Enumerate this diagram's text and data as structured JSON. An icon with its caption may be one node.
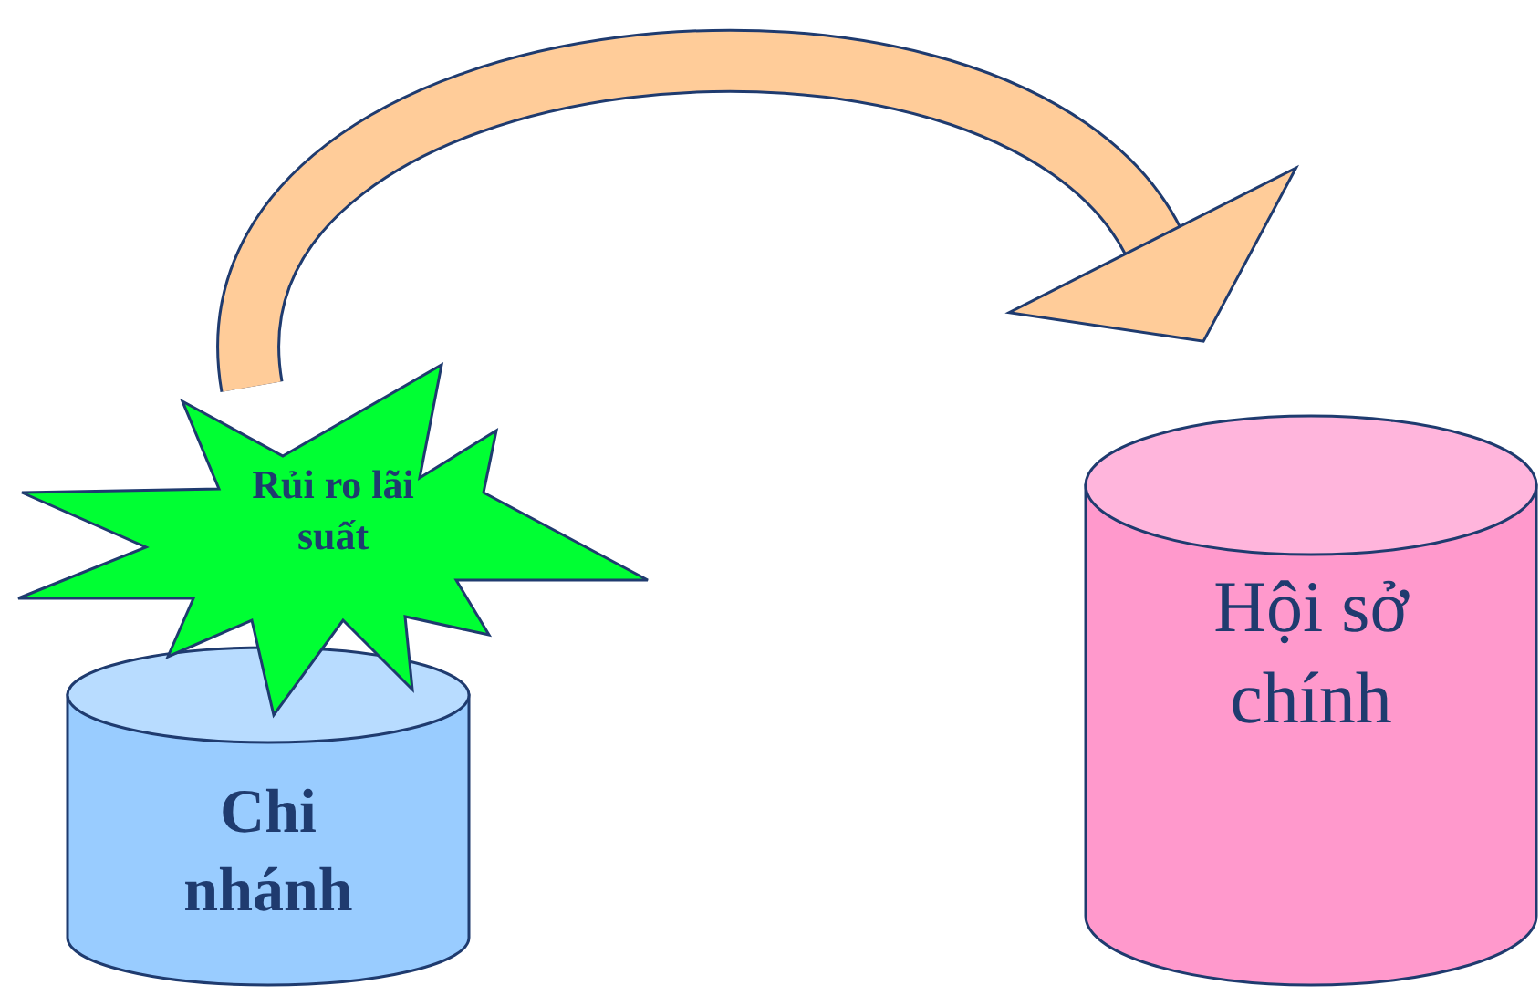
{
  "diagram": {
    "nodes": [
      {
        "text": [
          "Rủi ro lãi suất"
        ]
      },
      {
        "text": [
          "Chi nhánh"
        ]
      },
      {
        "text": [
          "Hội sở chính"
        ]
      }
    ],
    "edges": [
      {
        "from": 0,
        "to": 2,
        "arrow": "to",
        "color": "#ffcc99"
      }
    ]
  }
}
